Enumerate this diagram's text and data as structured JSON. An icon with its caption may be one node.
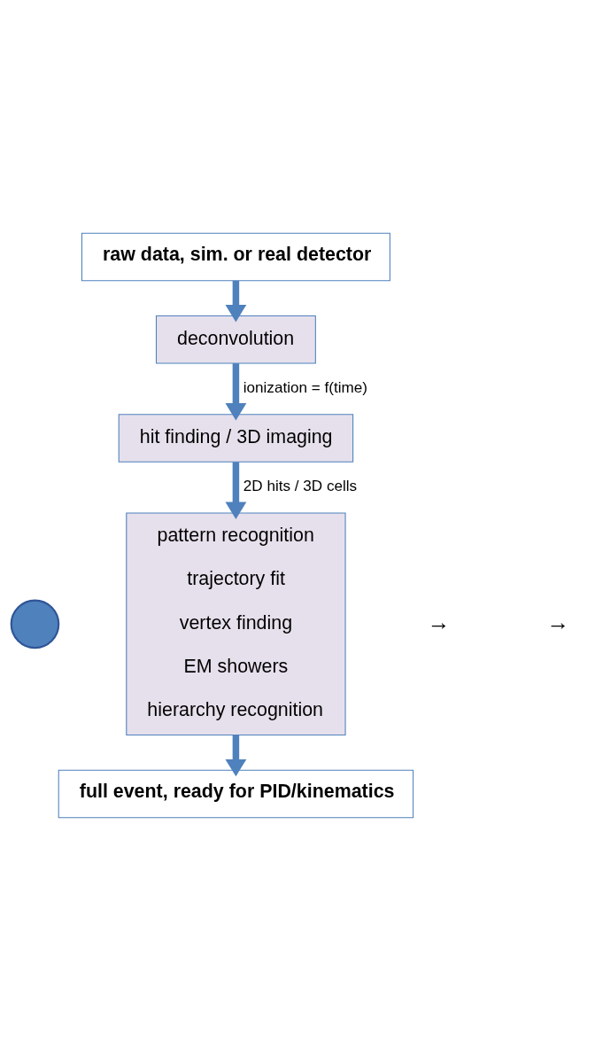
{
  "diagram": {
    "nodes": [
      {
        "text": [
          "raw data, sim. or real detector"
        ]
      },
      {
        "text": [
          "deconvolution"
        ]
      },
      {
        "text": [
          "hit finding / 3D imaging"
        ]
      },
      {
        "text": [
          "pattern recognition",
          "trajectory fit",
          "vertex finding",
          "EM showers",
          "hierarchy recognition"
        ]
      },
      {
        "text": [
          "full event, ready for PID/kinematics"
        ]
      },
      {
        "text": [],
        "shape": "circle"
      }
    ],
    "edges": [
      {
        "from": 0,
        "to": 1,
        "arrow": "to"
      },
      {
        "from": 1,
        "to": 2,
        "arrow": "to",
        "label": "ionization = f(time)"
      },
      {
        "from": 2,
        "to": 3,
        "arrow": "to",
        "label": "2D hits / 3D cells"
      },
      {
        "from": 3,
        "to": 4,
        "arrow": "to"
      }
    ],
    "labels": [
      "→",
      "→"
    ]
  }
}
